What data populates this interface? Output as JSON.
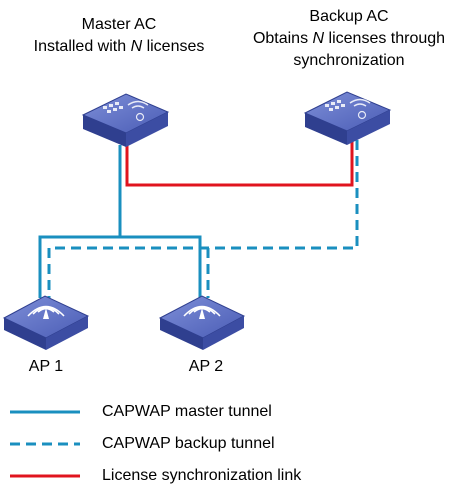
{
  "master_ac": {
    "line1": "Master AC",
    "line2_pre": "Installed with ",
    "line2_var": "N",
    "line2_post": " licenses"
  },
  "backup_ac": {
    "line1": "Backup AC",
    "line2_pre": "Obtains ",
    "line2_var": "N",
    "line2_post": " licenses through",
    "line3": "synchronization"
  },
  "ap1": {
    "label": "AP 1"
  },
  "ap2": {
    "label": "AP 2"
  },
  "legend": {
    "master_tunnel": "CAPWAP master tunnel",
    "backup_tunnel": "CAPWAP backup tunnel",
    "sync_link": "License synchronization link"
  },
  "colors": {
    "master_tunnel": "#1a8fbf",
    "backup_tunnel": "#1a8fbf",
    "sync_link": "#e0141e",
    "device_top": "#5b6fc4",
    "device_side": "#2f3f8f"
  },
  "icons": {
    "master_ac": "access-controller-icon",
    "backup_ac": "access-controller-icon",
    "ap1": "wireless-access-point-icon",
    "ap2": "wireless-access-point-icon"
  }
}
